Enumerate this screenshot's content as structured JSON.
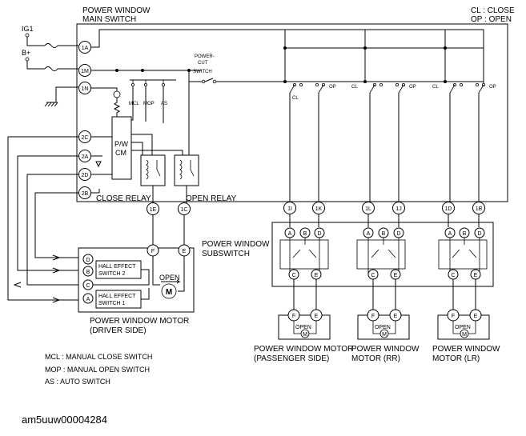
{
  "header": {
    "main_switch_title_1": "POWER WINDOW",
    "main_switch_title_2": "MAIN SWITCH",
    "legend_cl": "CL : CLOSE",
    "legend_op": "OP : OPEN"
  },
  "power": {
    "ig1": "IG1",
    "bplus": "B+"
  },
  "main_switch": {
    "terminals": {
      "t1A": "1A",
      "t1M": "1M",
      "t1N": "1N",
      "t2C": "2C",
      "t2A": "2A",
      "t2D": "2D",
      "t2B": "2B",
      "t1E": "1E",
      "t1C": "1C",
      "t1I": "1I",
      "t1K": "1K",
      "t1L": "1L",
      "t1J": "1J",
      "t1D": "1D",
      "t1B": "1B"
    },
    "power_cut_1": "POWER-",
    "power_cut_2": "CUT",
    "power_cut_3": "SWITCH",
    "pw_cm_1": "P/W",
    "pw_cm_2": "CM",
    "mcl": "MCL",
    "mop": "MOP",
    "as": "AS",
    "cl": "CL",
    "op": "OP",
    "close_relay": "CLOSE RELAY",
    "open_relay": "OPEN RELAY"
  },
  "subswitch": {
    "title_1": "POWER WINDOW",
    "title_2": "SUBSWITCH",
    "pin_a": "A",
    "pin_b": "B",
    "pin_c": "C",
    "pin_d": "D",
    "pin_e": "E"
  },
  "driver_motor": {
    "pin_f": "F",
    "pin_e": "E",
    "pin_d": "D",
    "pin_b": "B",
    "pin_c": "C",
    "pin_a": "A",
    "hall2_1": "HALL EFFECT",
    "hall2_2": "SWITCH 2",
    "hall1_1": "HALL EFFECT",
    "hall1_2": "SWITCH 1",
    "open": "OPEN",
    "m": "M",
    "label_1": "POWER WINDOW MOTOR",
    "label_2": "(DRIVER SIDE)"
  },
  "rear_motors": {
    "pin_f": "F",
    "pin_e": "E",
    "open": "OPEN",
    "m": "M",
    "passenger_1": "POWER WINDOW MOTOR",
    "passenger_2": "(PASSENGER SIDE)",
    "rr_1": "POWER WINDOW",
    "rr_2": "MOTOR (RR)",
    "lr_1": "POWER WINDOW",
    "lr_2": "MOTOR (LR)"
  },
  "legend": {
    "mcl": "MCL : MANUAL CLOSE SWITCH",
    "mop": "MOP : MANUAL OPEN SWITCH",
    "as": "AS    : AUTO SWITCH"
  },
  "footer_code": "am5uuw00004284"
}
